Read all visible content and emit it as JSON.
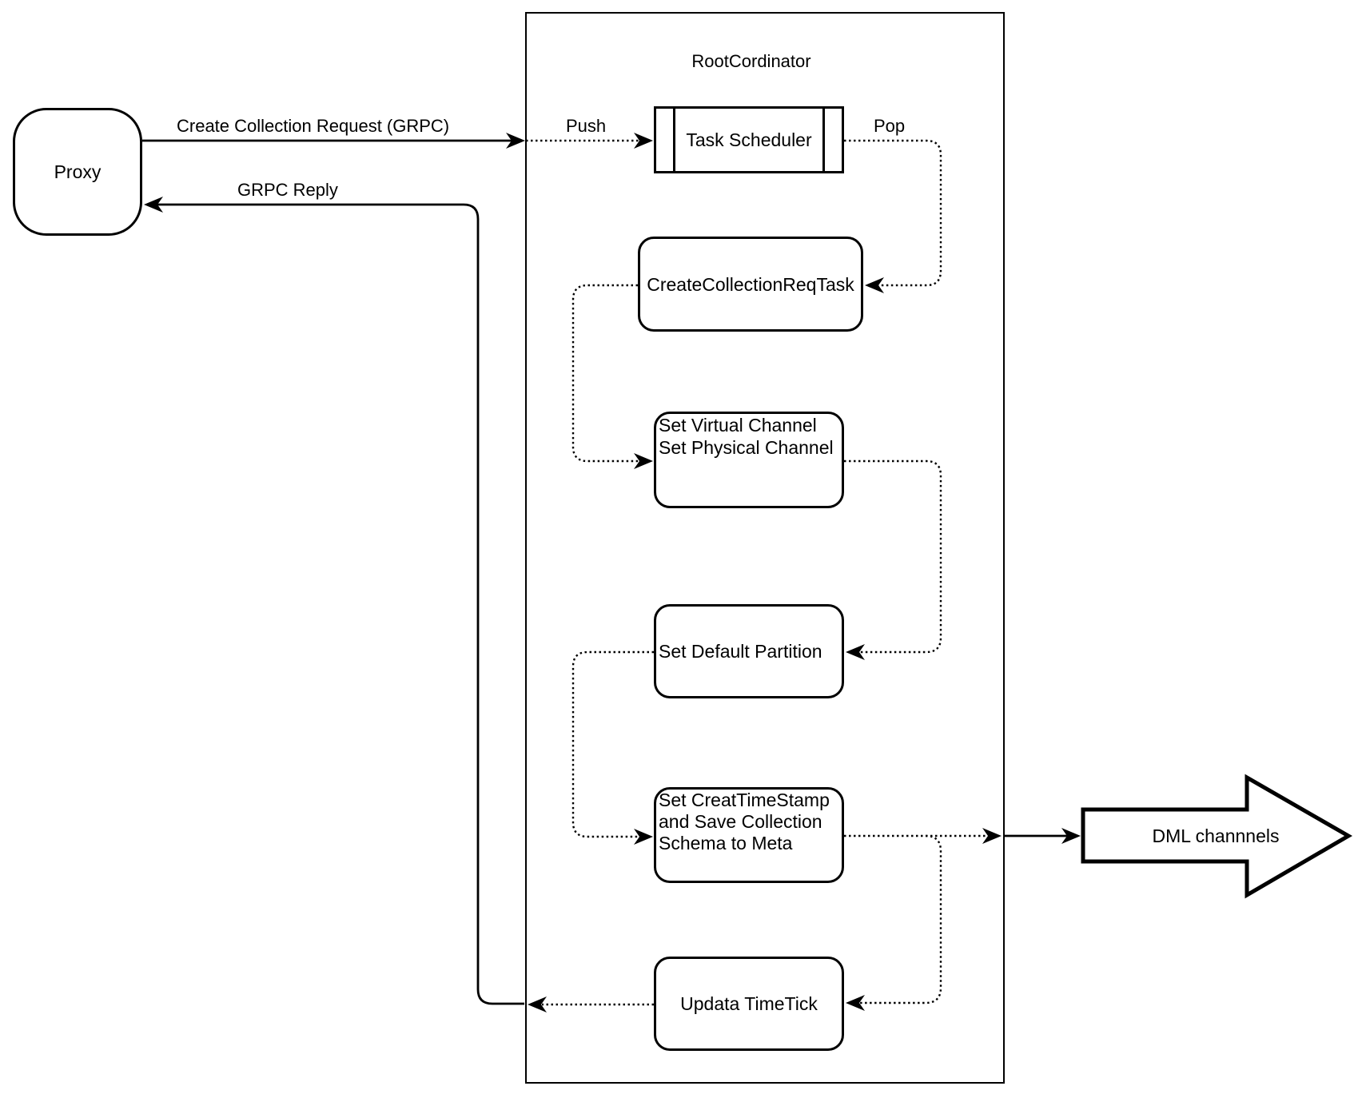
{
  "diagram": {
    "proxy": {
      "label": "Proxy"
    },
    "root": {
      "title": "RootCordinator"
    },
    "task_scheduler": {
      "label": "Task Scheduler"
    },
    "tasks": {
      "create_req": "CreateCollectionReqTask",
      "set_channels_line1": "Set Virtual Channel",
      "set_channels_line2": "Set Physical Channel",
      "set_default_partition": "Set Default Partition",
      "set_ts_line1": "Set CreatTimeStamp",
      "set_ts_line2": "and Save Collection",
      "set_ts_line3": "Schema to Meta",
      "update_timetick": "Updata TimeTick"
    },
    "edges": {
      "create_collection_request": "Create Collection Request (GRPC)",
      "grpc_reply": "GRPC Reply",
      "push": "Push",
      "pop": "Pop"
    },
    "dml": {
      "label": "DML channnels"
    },
    "colors": {
      "stroke": "#000000",
      "background": "#ffffff"
    }
  }
}
